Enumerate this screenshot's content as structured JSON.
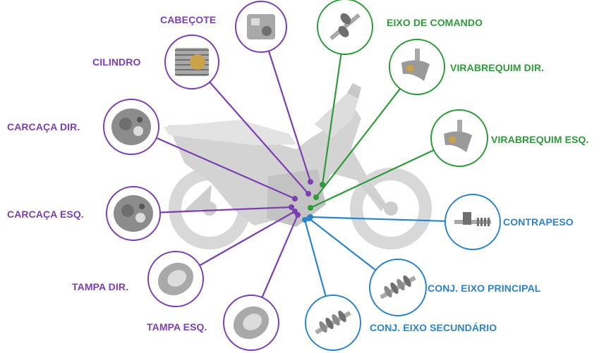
{
  "colors": {
    "purple": "#7b3fb0",
    "green": "#2e9a3a",
    "blue": "#2c83c9",
    "bike": "#d0d0d0"
  },
  "center_image": "motorcycle-silhouette",
  "components": [
    {
      "id": "cabecote",
      "label": "CABEÇOTE",
      "group": "purple",
      "icon": "cylinder-head-icon"
    },
    {
      "id": "cilindro",
      "label": "CILINDRO",
      "group": "purple",
      "icon": "cylinder-icon"
    },
    {
      "id": "carcaca-dir",
      "label": "CARCAÇA DIR.",
      "group": "purple",
      "icon": "crankcase-right-icon"
    },
    {
      "id": "carcaca-esq",
      "label": "CARCAÇA ESQ.",
      "group": "purple",
      "icon": "crankcase-left-icon"
    },
    {
      "id": "tampa-dir",
      "label": "TAMPA DIR.",
      "group": "purple",
      "icon": "cover-right-icon"
    },
    {
      "id": "tampa-esq",
      "label": "TAMPA ESQ.",
      "group": "purple",
      "icon": "cover-left-icon"
    },
    {
      "id": "eixo-comando",
      "label": "EIXO DE COMANDO",
      "group": "green",
      "icon": "camshaft-icon"
    },
    {
      "id": "virabrequim-dir",
      "label": "VIRABREQUIM DIR.",
      "group": "green",
      "icon": "crankshaft-right-icon"
    },
    {
      "id": "virabrequim-esq",
      "label": "VIRABREQUIM ESQ.",
      "group": "green",
      "icon": "crankshaft-left-icon"
    },
    {
      "id": "contrapeso",
      "label": "CONTRAPESO",
      "group": "blue",
      "icon": "counterweight-icon"
    },
    {
      "id": "conj-eixo-principal",
      "label": "CONJ. EIXO PRINCIPAL",
      "group": "blue",
      "icon": "main-shaft-icon"
    },
    {
      "id": "conj-eixo-secundario",
      "label": "CONJ. EIXO SECUNDÁRIO",
      "group": "blue",
      "icon": "secondary-shaft-icon"
    }
  ]
}
